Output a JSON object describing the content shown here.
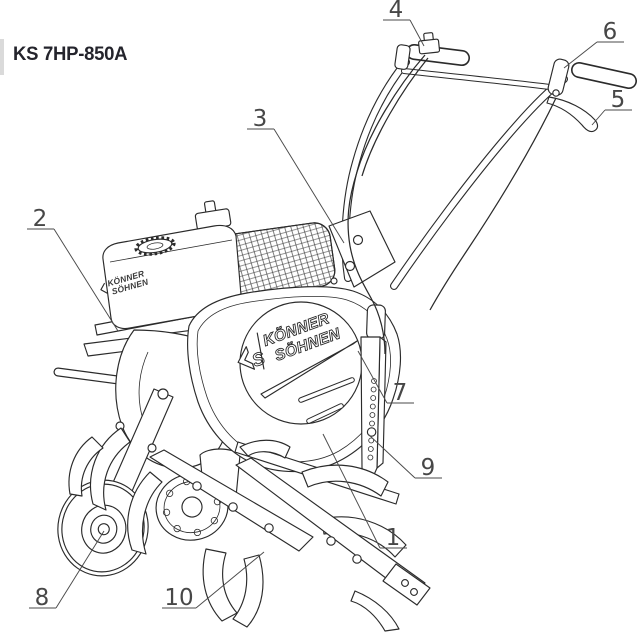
{
  "page": {
    "title": "KS 7HP-850A",
    "background_color": "#ffffff",
    "edge_strip_color": "#dadada",
    "title_color": "#24242c"
  },
  "diagram": {
    "kind": "black-and-white technical line illustration with numbered callouts",
    "subject": "KS 7HP-850A petrol tiller / cultivator",
    "line_color": "#2b2b2b",
    "callout_color": "#474747",
    "brand_logo": {
      "mark": "S",
      "line1": "KÖNNER",
      "line2": "SÖHNEN"
    },
    "tank_decal": {
      "line1": "KÖNNER",
      "line2": "SÖHNEN"
    },
    "callouts": [
      {
        "number": "1"
      },
      {
        "number": "2"
      },
      {
        "number": "3"
      },
      {
        "number": "4"
      },
      {
        "number": "5"
      },
      {
        "number": "6"
      },
      {
        "number": "7"
      },
      {
        "number": "8"
      },
      {
        "number": "9"
      },
      {
        "number": "10"
      }
    ]
  }
}
